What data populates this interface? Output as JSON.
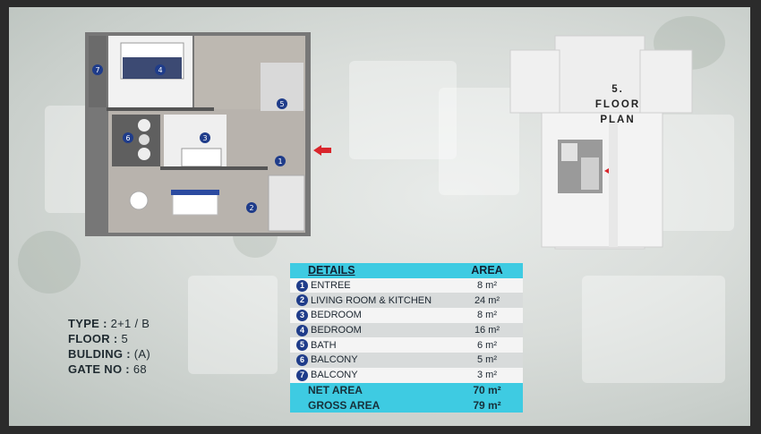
{
  "floor_plan_label": {
    "line1": "5.",
    "line2": "FLOOR",
    "line3": "PLAN"
  },
  "info": [
    {
      "label": "TYPE :",
      "value": "2+1 / B"
    },
    {
      "label": "FLOOR :",
      "value": "5"
    },
    {
      "label": "BULDING :",
      "value": "(A)"
    },
    {
      "label": "GATE NO :",
      "value": "68"
    }
  ],
  "table": {
    "header": {
      "details": "DETAILS",
      "area": "AREA"
    },
    "rows": [
      {
        "num": "1",
        "name": "ENTREE",
        "area": "8 m²"
      },
      {
        "num": "2",
        "name": "LIVING ROOM & KITCHEN",
        "area": "24 m²"
      },
      {
        "num": "3",
        "name": "BEDROOM",
        "area": "8 m²"
      },
      {
        "num": "4",
        "name": "BEDROOM",
        "area": "16 m²"
      },
      {
        "num": "5",
        "name": "BATH",
        "area": "6 m²"
      },
      {
        "num": "6",
        "name": "BALCONY",
        "area": "5 m²"
      },
      {
        "num": "7",
        "name": "BALCONY",
        "area": "3 m²"
      }
    ],
    "net": {
      "label": "NET AREA",
      "value": "70 m²"
    },
    "gross": {
      "label": "GROSS AREA",
      "value": "79 m²"
    }
  },
  "plan_room_numbers": [
    "1",
    "2",
    "3",
    "4",
    "5",
    "6",
    "7"
  ],
  "colors": {
    "accent": "#3ecbe2",
    "badge": "#1f3c8a",
    "arrow": "#d9262c"
  }
}
